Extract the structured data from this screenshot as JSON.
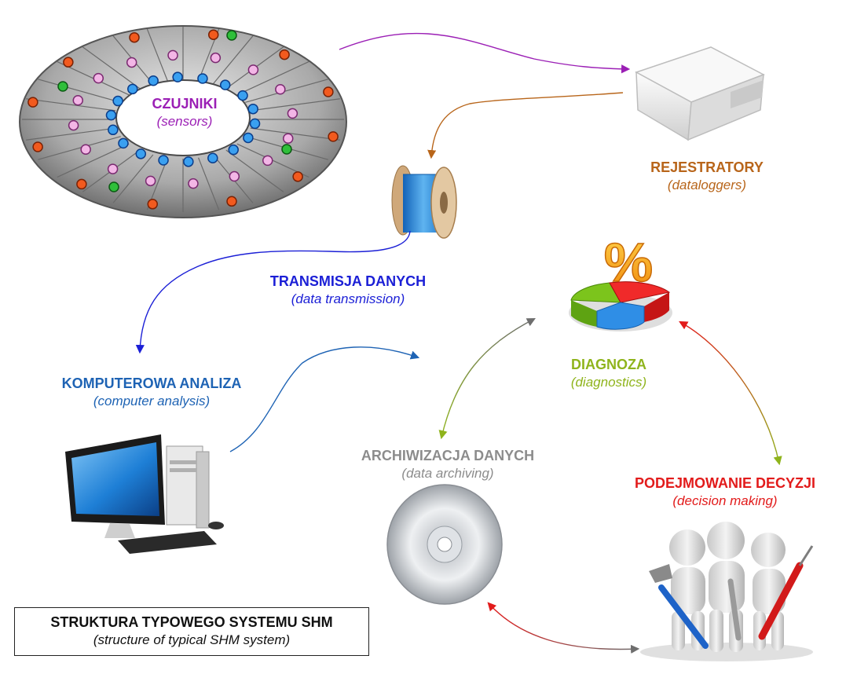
{
  "labels": {
    "sensors": {
      "main": "CZUJNIKI",
      "sub": "(sensors)",
      "color": "#9b1fb5"
    },
    "dataloggers": {
      "main": "REJESTRATORY",
      "sub": "(dataloggers)",
      "color": "#b8651a"
    },
    "transmission": {
      "main": "TRANSMISJA DANYCH",
      "sub": "(data transmission)",
      "color": "#1b1fd6"
    },
    "analysis": {
      "main": "KOMPUTEROWA ANALIZA",
      "sub": "(computer analysis)",
      "color": "#1e63b4"
    },
    "diagnostics": {
      "main": "DIAGNOZA",
      "sub": "(diagnostics)",
      "color": "#8fb41c"
    },
    "archiving": {
      "main": "ARCHIWIZACJA DANYCH",
      "sub": "(data archiving)",
      "color": "#8c8c8c"
    },
    "decision": {
      "main": "PODEJMOWANIE DECYZJI",
      "sub": "(decision making)",
      "color": "#e21b1b"
    }
  },
  "structure": {
    "main": "STRUKTURA TYPOWEGO SYSTEMU SHM",
    "sub": "(structure of typical SHM system)"
  },
  "percent_symbol": "%",
  "colors": {
    "arrow_purple": "#9b1fb5",
    "arrow_brown": "#b8651a",
    "arrow_blue": "#1b1fd6",
    "arrow_steel": "#1e63b4",
    "arrow_gray": "#6e6e6e",
    "arrow_green": "#8fb41c",
    "arrow_red": "#e21b1b"
  }
}
